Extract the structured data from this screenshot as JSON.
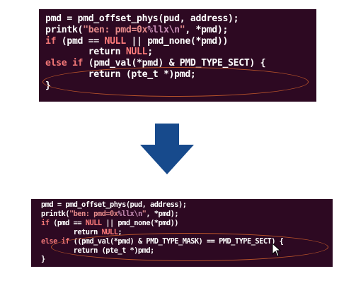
{
  "top_snippet": {
    "lines": [
      [
        {
          "t": "pmd = pmd_offset_phys(pud, address);",
          "c": "plain"
        }
      ],
      [
        {
          "t": "printk(",
          "c": "plain"
        },
        {
          "t": "\"ben: pmd=0x",
          "c": "str"
        },
        {
          "t": "%llx\\n",
          "c": "fmt"
        },
        {
          "t": "\"",
          "c": "str"
        },
        {
          "t": ", *pmd);",
          "c": "plain"
        }
      ],
      [
        {
          "t": "if",
          "c": "kw"
        },
        {
          "t": " (pmd == ",
          "c": "plain"
        },
        {
          "t": "NULL",
          "c": "const"
        },
        {
          "t": " || pmd_none(*pmd))",
          "c": "plain"
        }
      ],
      [
        {
          "t": "        return ",
          "c": "plain"
        },
        {
          "t": "NULL",
          "c": "const"
        },
        {
          "t": ";",
          "c": "plain"
        }
      ],
      [
        {
          "t": "else if",
          "c": "kw"
        },
        {
          "t": " (pmd_val(*pmd) & PMD_TYPE_SECT) {",
          "c": "plain"
        }
      ],
      [
        {
          "t": "        return (pte_t *)pmd;",
          "c": "plain"
        }
      ],
      [
        {
          "t": "}",
          "c": "plain"
        }
      ]
    ]
  },
  "bottom_snippet": {
    "lines": [
      [
        {
          "t": "pmd = pmd_offset_phys(pud, address);",
          "c": "plain"
        }
      ],
      [
        {
          "t": "printk(",
          "c": "plain"
        },
        {
          "t": "\"ben: pmd=0x",
          "c": "str"
        },
        {
          "t": "%llx\\n",
          "c": "fmt"
        },
        {
          "t": "\"",
          "c": "str"
        },
        {
          "t": ", *pmd);",
          "c": "plain"
        }
      ],
      [
        {
          "t": "if",
          "c": "kw"
        },
        {
          "t": " (pmd == ",
          "c": "plain"
        },
        {
          "t": "NULL",
          "c": "const"
        },
        {
          "t": " || pmd_none(*pmd))",
          "c": "plain"
        }
      ],
      [
        {
          "t": "        return ",
          "c": "plain"
        },
        {
          "t": "NULL",
          "c": "const"
        },
        {
          "t": ";",
          "c": "plain"
        }
      ],
      [
        {
          "t": "else if",
          "c": "kw"
        },
        {
          "t": " ((pmd_val(*pmd) & PMD_TYPE_MASK) == PMD_TYPE_SECT) {",
          "c": "plain"
        }
      ],
      [
        {
          "t": "        return (pte_t *)pmd;",
          "c": "plain"
        }
      ],
      [
        {
          "t": "}",
          "c": "plain"
        }
      ]
    ]
  },
  "colors": {
    "terminal_bg": "#2d0922",
    "keyword": "#f07676",
    "string": "#e58a8a",
    "format": "#c58cb4",
    "constant": "#ff7b7b",
    "highlight_ellipse": "#b8532a",
    "arrow": "#174a8c"
  },
  "icons": {
    "transition": "down-arrow-icon",
    "pointer": "mouse-cursor-icon"
  }
}
